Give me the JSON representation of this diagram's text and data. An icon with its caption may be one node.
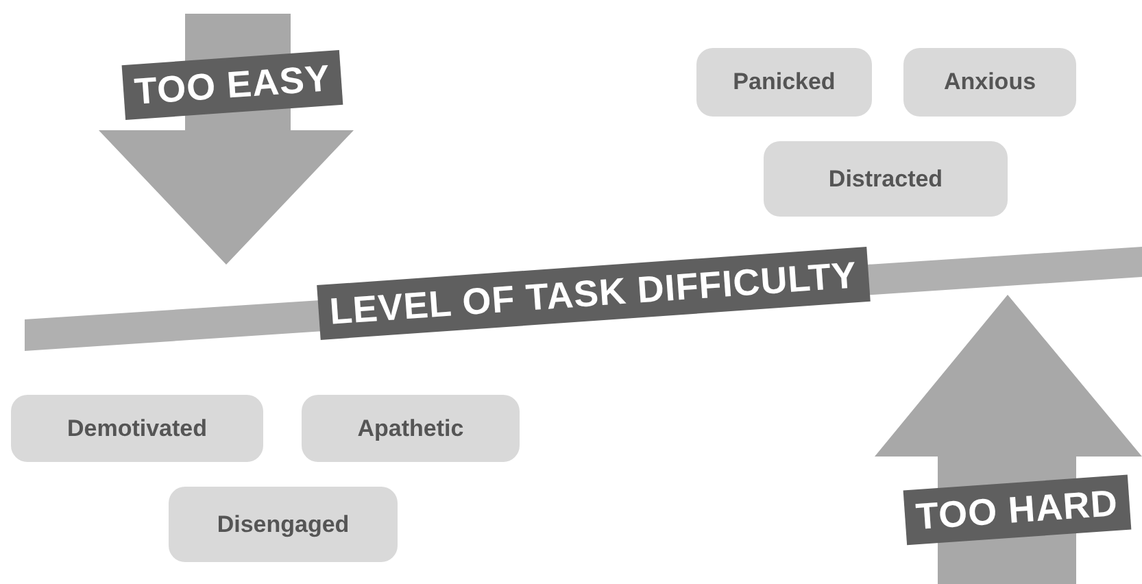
{
  "diagram": {
    "nodes": [
      {
        "text": [
          "Panicked"
        ]
      },
      {
        "text": [
          "Anxious"
        ]
      },
      {
        "text": [
          "Distracted"
        ]
      },
      {
        "text": [
          "Demotivated"
        ]
      },
      {
        "text": [
          "Apathetic"
        ]
      },
      {
        "text": [
          "Disengaged"
        ]
      }
    ],
    "labels": [
      "TOO EASY",
      "LEVEL OF TASK DIFFICULTY",
      "TOO HARD"
    ]
  }
}
